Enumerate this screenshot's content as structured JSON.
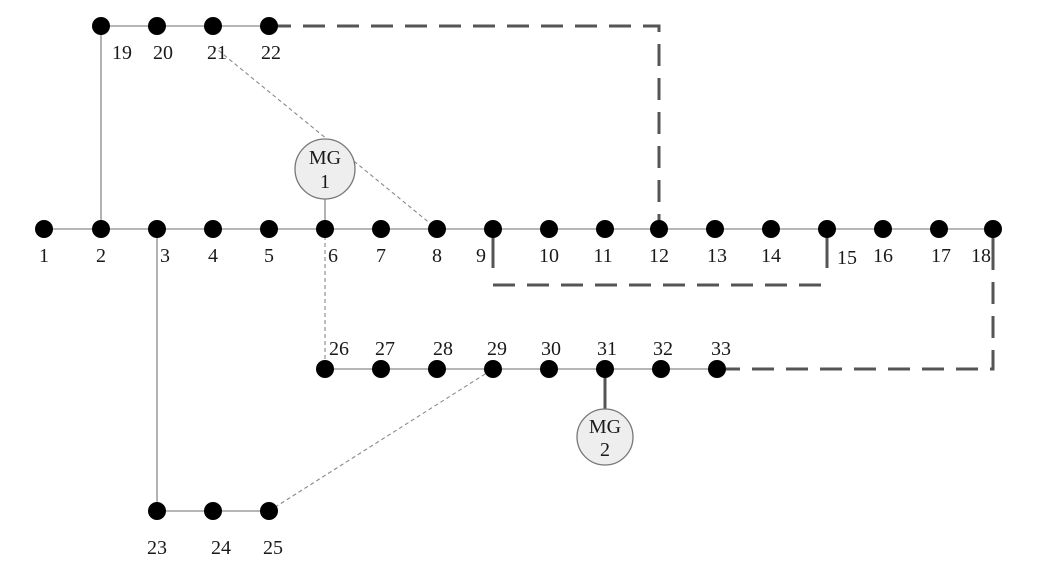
{
  "nodes": [
    {
      "id": 1,
      "label": "1"
    },
    {
      "id": 2,
      "label": "2"
    },
    {
      "id": 3,
      "label": "3"
    },
    {
      "id": 4,
      "label": "4"
    },
    {
      "id": 5,
      "label": "5"
    },
    {
      "id": 6,
      "label": "6"
    },
    {
      "id": 7,
      "label": "7"
    },
    {
      "id": 8,
      "label": "8"
    },
    {
      "id": 9,
      "label": "9"
    },
    {
      "id": 10,
      "label": "10"
    },
    {
      "id": 11,
      "label": "11"
    },
    {
      "id": 12,
      "label": "12"
    },
    {
      "id": 13,
      "label": "13"
    },
    {
      "id": 14,
      "label": "14"
    },
    {
      "id": 15,
      "label": "15"
    },
    {
      "id": 16,
      "label": "16"
    },
    {
      "id": 17,
      "label": "17"
    },
    {
      "id": 18,
      "label": "18"
    },
    {
      "id": 19,
      "label": "19"
    },
    {
      "id": 20,
      "label": "20"
    },
    {
      "id": 21,
      "label": "21"
    },
    {
      "id": 22,
      "label": "22"
    },
    {
      "id": 23,
      "label": "23"
    },
    {
      "id": 24,
      "label": "24"
    },
    {
      "id": 25,
      "label": "25"
    },
    {
      "id": 26,
      "label": "26"
    },
    {
      "id": 27,
      "label": "27"
    },
    {
      "id": 28,
      "label": "28"
    },
    {
      "id": 29,
      "label": "29"
    },
    {
      "id": 30,
      "label": "30"
    },
    {
      "id": 31,
      "label": "31"
    },
    {
      "id": 32,
      "label": "32"
    },
    {
      "id": 33,
      "label": "33"
    }
  ],
  "microgrids": [
    {
      "id": "mg1",
      "line1": "MG",
      "line2": "1",
      "attached_to": 6
    },
    {
      "id": "mg2",
      "line1": "MG",
      "line2": "2",
      "attached_to": 31
    }
  ],
  "colors": {
    "bus": "#000000",
    "line": "#8a8a8a",
    "tie": "#555555",
    "mg_fill": "#eeeeee"
  }
}
